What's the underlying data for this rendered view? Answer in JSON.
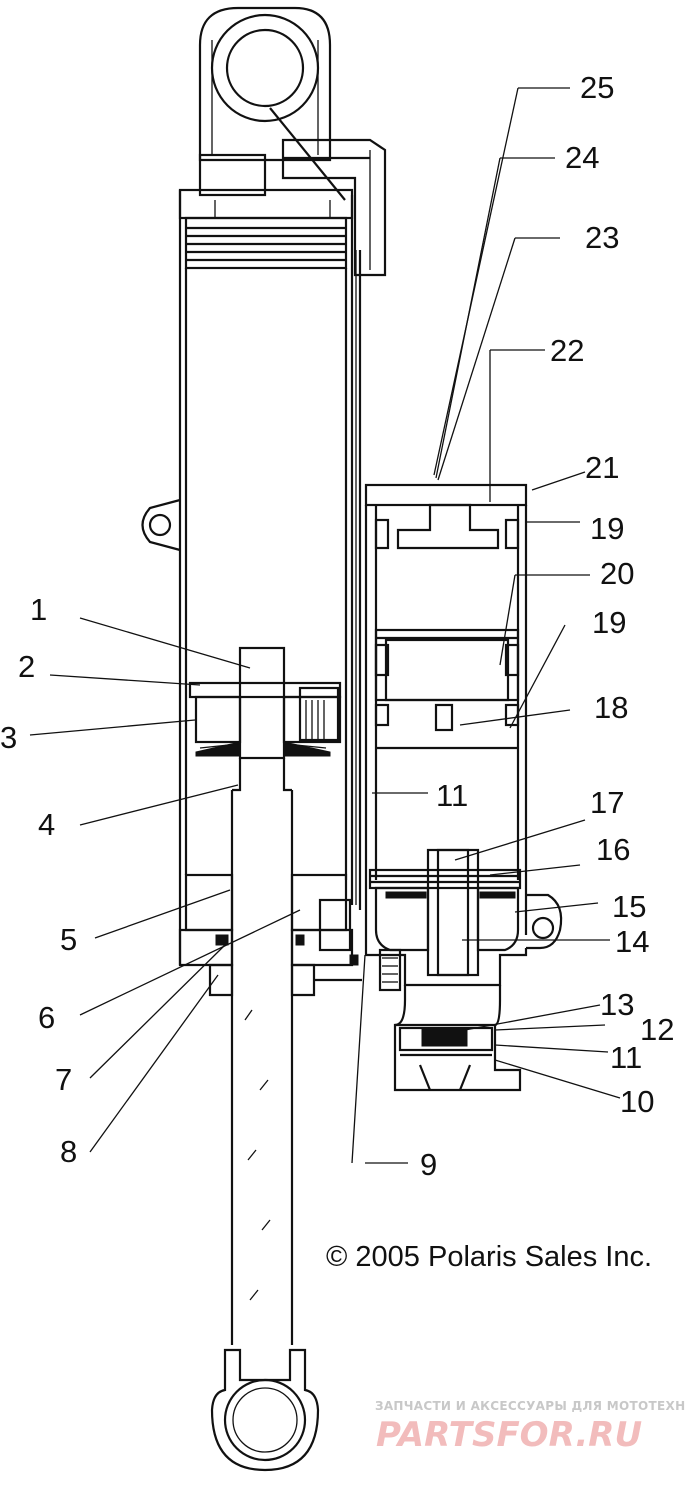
{
  "diagram": {
    "callouts": [
      {
        "id": "c1",
        "label": "1"
      },
      {
        "id": "c2",
        "label": "2"
      },
      {
        "id": "c3",
        "label": "3"
      },
      {
        "id": "c4",
        "label": "4"
      },
      {
        "id": "c5",
        "label": "5"
      },
      {
        "id": "c6",
        "label": "6"
      },
      {
        "id": "c7",
        "label": "7"
      },
      {
        "id": "c8",
        "label": "8"
      },
      {
        "id": "c9",
        "label": "9"
      },
      {
        "id": "c10",
        "label": "10"
      },
      {
        "id": "c11a",
        "label": "11"
      },
      {
        "id": "c11b",
        "label": "11"
      },
      {
        "id": "c12",
        "label": "12"
      },
      {
        "id": "c13",
        "label": "13"
      },
      {
        "id": "c14",
        "label": "14"
      },
      {
        "id": "c15",
        "label": "15"
      },
      {
        "id": "c16",
        "label": "16"
      },
      {
        "id": "c17",
        "label": "17"
      },
      {
        "id": "c18",
        "label": "18"
      },
      {
        "id": "c19a",
        "label": "19"
      },
      {
        "id": "c19b",
        "label": "19"
      },
      {
        "id": "c20",
        "label": "20"
      },
      {
        "id": "c21",
        "label": "21"
      },
      {
        "id": "c22",
        "label": "22"
      },
      {
        "id": "c23",
        "label": "23"
      },
      {
        "id": "c24",
        "label": "24"
      },
      {
        "id": "c25",
        "label": "25"
      }
    ],
    "copyright": "© 2005 Polaris Sales Inc."
  },
  "watermark": {
    "tagline": "ЗАПЧАСТИ И АКСЕССУАРЫ ДЛЯ МОТОТЕХНИКИ",
    "brand": "PARTSFOR.RU"
  }
}
